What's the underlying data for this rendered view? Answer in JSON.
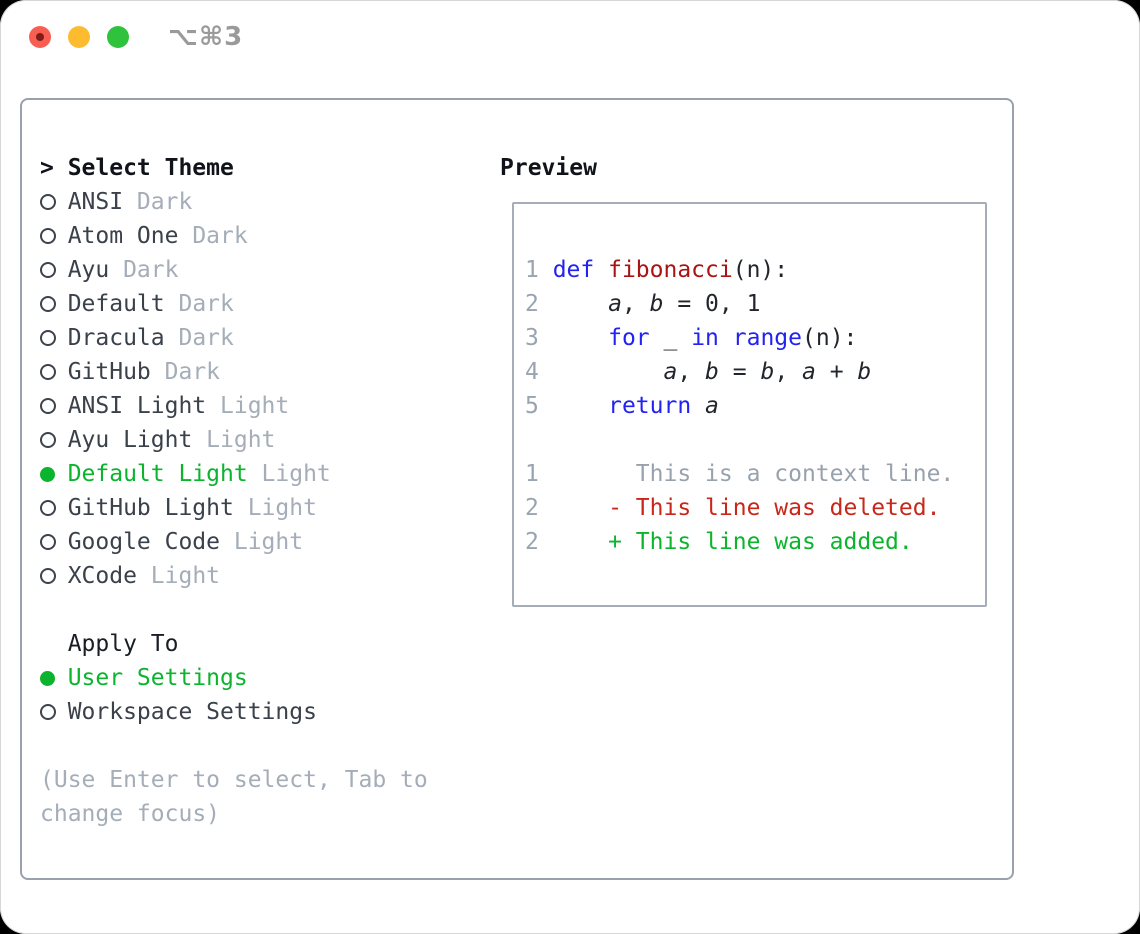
{
  "window": {
    "title": "⌥⌘3",
    "traffic_lights": {
      "close": "close-unsaved-dot",
      "minimize": "minimize",
      "zoom": "zoom"
    }
  },
  "colors": {
    "accent_green": "#0cb42e",
    "deleted_red": "#c8271a",
    "added_green": "#0cb42e",
    "keyword_blue": "#2222f2",
    "function_red": "#a81414",
    "muted_gray": "#a4adb8",
    "line_number_gray": "#9aa4b0",
    "text_dark": "#3a414b",
    "border_gray": "#98a1ac"
  },
  "theme_panel": {
    "header": {
      "marker": ">",
      "label": "Select Theme"
    },
    "items": [
      {
        "name": "ANSI",
        "tag": "Dark",
        "selected": false
      },
      {
        "name": "Atom One",
        "tag": "Dark",
        "selected": false
      },
      {
        "name": "Ayu",
        "tag": "Dark",
        "selected": false
      },
      {
        "name": "Default",
        "tag": "Dark",
        "selected": false
      },
      {
        "name": "Dracula",
        "tag": "Dark",
        "selected": false
      },
      {
        "name": "GitHub",
        "tag": "Dark",
        "selected": false
      },
      {
        "name": "ANSI Light",
        "tag": "Light",
        "selected": false
      },
      {
        "name": "Ayu Light",
        "tag": "Light",
        "selected": false
      },
      {
        "name": "Default Light",
        "tag": "Light",
        "selected": true
      },
      {
        "name": "GitHub Light",
        "tag": "Light",
        "selected": false
      },
      {
        "name": "Google Code",
        "tag": "Light",
        "selected": false
      },
      {
        "name": "XCode",
        "tag": "Light",
        "selected": false
      }
    ]
  },
  "apply_to": {
    "label": "Apply To",
    "options": [
      {
        "name": "User Settings",
        "selected": true
      },
      {
        "name": "Workspace Settings",
        "selected": false
      }
    ]
  },
  "footer_hint_lines": [
    "(Use Enter to select, Tab to",
    "change focus)"
  ],
  "preview": {
    "label": "Preview",
    "lines": [
      [
        {
          "text": "1 ",
          "style": "ln"
        },
        {
          "text": "def ",
          "style": "kw"
        },
        {
          "text": "fibonacci",
          "style": "fn"
        },
        {
          "text": "(n):",
          "style": "pl"
        }
      ],
      [
        {
          "text": "2 ",
          "style": "ln"
        },
        {
          "text": "    ",
          "style": "pl"
        },
        {
          "text": "a",
          "style": "var"
        },
        {
          "text": ", ",
          "style": "pl"
        },
        {
          "text": "b",
          "style": "var"
        },
        {
          "text": " = 0, 1",
          "style": "pl"
        }
      ],
      [
        {
          "text": "3 ",
          "style": "ln"
        },
        {
          "text": "    ",
          "style": "pl"
        },
        {
          "text": "for",
          "style": "kw"
        },
        {
          "text": " _ ",
          "style": "pl"
        },
        {
          "text": "in",
          "style": "kw"
        },
        {
          "text": " ",
          "style": "pl"
        },
        {
          "text": "range",
          "style": "kw"
        },
        {
          "text": "(n):",
          "style": "pl"
        }
      ],
      [
        {
          "text": "4 ",
          "style": "ln"
        },
        {
          "text": "        ",
          "style": "pl"
        },
        {
          "text": "a",
          "style": "var"
        },
        {
          "text": ", ",
          "style": "pl"
        },
        {
          "text": "b",
          "style": "var"
        },
        {
          "text": " = ",
          "style": "pl"
        },
        {
          "text": "b",
          "style": "var"
        },
        {
          "text": ", ",
          "style": "pl"
        },
        {
          "text": "a",
          "style": "var"
        },
        {
          "text": " + ",
          "style": "pl"
        },
        {
          "text": "b",
          "style": "var"
        }
      ],
      [
        {
          "text": "5 ",
          "style": "ln"
        },
        {
          "text": "    ",
          "style": "pl"
        },
        {
          "text": "return",
          "style": "kw"
        },
        {
          "text": " ",
          "style": "pl"
        },
        {
          "text": "a",
          "style": "var"
        }
      ],
      [],
      [
        {
          "text": "1",
          "style": "ln"
        },
        {
          "text": "       This is a context line.",
          "style": "ctx"
        }
      ],
      [
        {
          "text": "2",
          "style": "ln"
        },
        {
          "text": "     - This line was deleted.",
          "style": "del"
        }
      ],
      [
        {
          "text": "2",
          "style": "ln"
        },
        {
          "text": "     + This line was added.",
          "style": "add"
        }
      ]
    ]
  }
}
